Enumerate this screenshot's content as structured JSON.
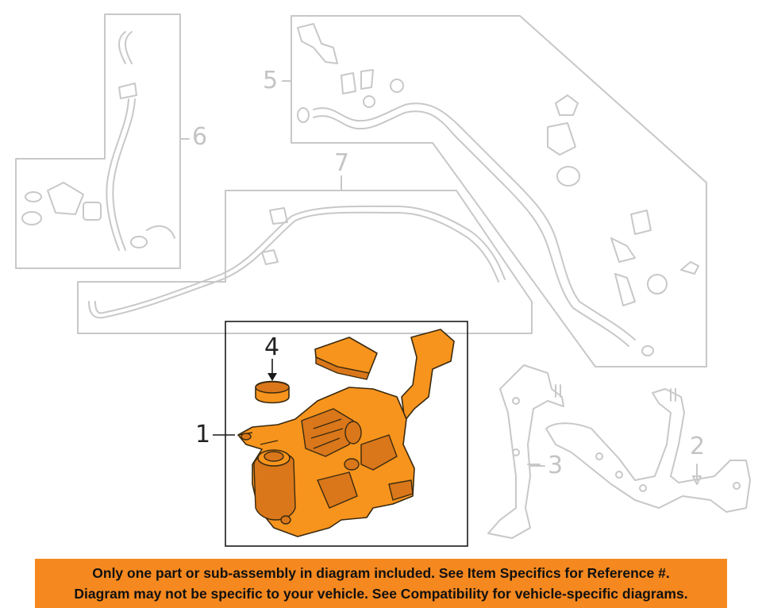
{
  "diagram": {
    "callouts": [
      {
        "id": "1",
        "label": "1"
      },
      {
        "id": "2",
        "label": "2"
      },
      {
        "id": "3",
        "label": "3"
      },
      {
        "id": "4",
        "label": "4"
      },
      {
        "id": "5",
        "label": "5"
      },
      {
        "id": "6",
        "label": "6"
      },
      {
        "id": "7",
        "label": "7"
      }
    ]
  },
  "banner": {
    "line1": "Only one part or sub-assembly in diagram included. See Item Specifics for Reference #.",
    "line2": "Diagram may not be specific to your vehicle. See Compatibility for vehicle-specific diagrams."
  },
  "colors": {
    "highlight": "#f7941d",
    "banner": "#f5881f",
    "outline": "#c8c8c8"
  }
}
